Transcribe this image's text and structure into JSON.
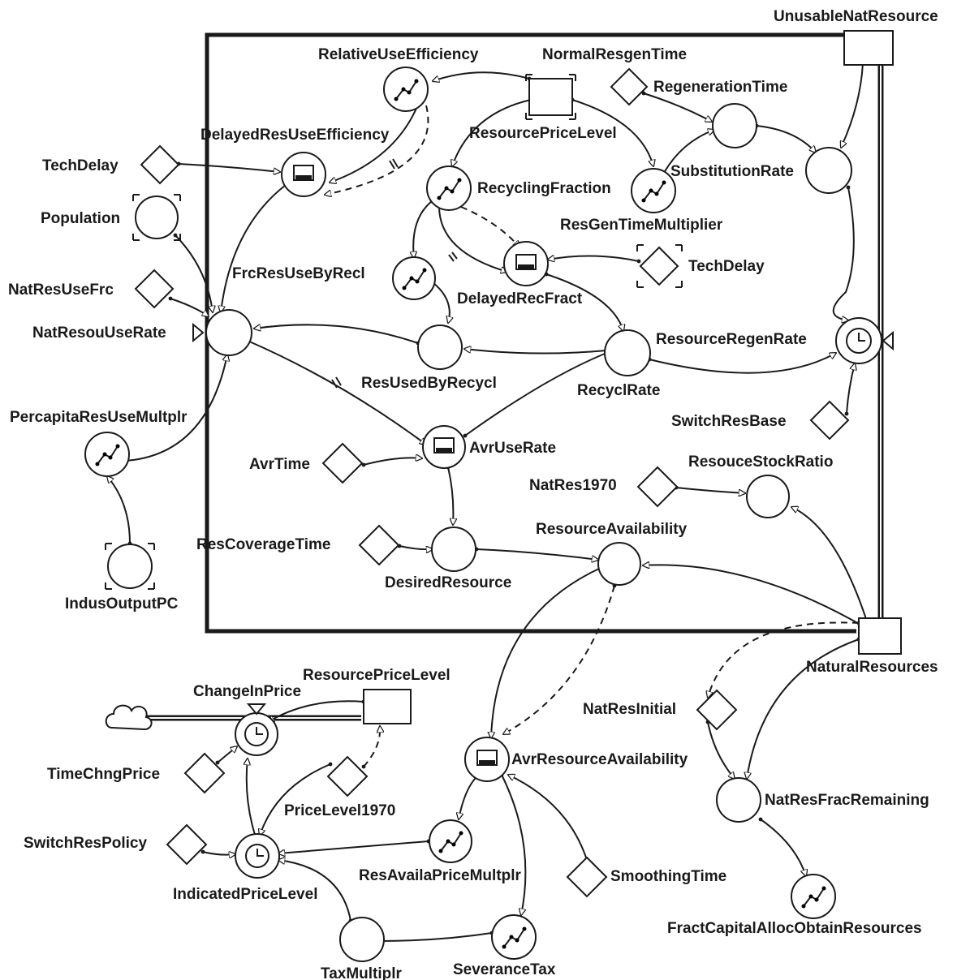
{
  "labels": {
    "unusable_nat_resource": "UnusableNatResource",
    "relative_use_efficiency": "RelativeUseEfficiency",
    "normal_resgen_time": "NormalResgenTime",
    "regeneration_time": "RegenerationTime",
    "delayed_res_use_efficiency": "DelayedResUseEfficiency",
    "resource_price_level_top": "ResourcePriceLevel",
    "tech_delay_left": "TechDelay",
    "recycling_fraction": "RecyclingFraction",
    "substitution_rate": "SubstitutionRate",
    "population": "Population",
    "res_gen_time_multiplier": "ResGenTimeMultiplier",
    "frc_res_use_by_recl": "FrcResUseByRecl",
    "tech_delay_right": "TechDelay",
    "nat_res_use_frc": "NatResUseFrc",
    "delayed_rec_fract": "DelayedRecFract",
    "nat_resou_use_rate": "NatResouUseRate",
    "resource_regen_rate": "ResourceRegenRate",
    "res_used_by_recycl": "ResUsedByRecycl",
    "recycl_rate": "RecyclRate",
    "percapita_res_use_multplr": "PercapitaResUseMultplr",
    "switch_res_base": "SwitchResBase",
    "avr_time": "AvrTime",
    "avr_use_rate": "AvrUseRate",
    "resouce_stock_ratio": "ResouceStockRatio",
    "nat_res_1970": "NatRes1970",
    "resource_availability": "ResourceAvailability",
    "res_coverage_time": "ResCoverageTime",
    "desired_resource": "DesiredResource",
    "indus_output_pc": "IndusOutputPC",
    "natural_resources": "NaturalResources",
    "resource_price_level_bottom": "ResourcePriceLevel",
    "change_in_price": "ChangeInPrice",
    "nat_res_initial": "NatResInitial",
    "avr_resource_availability": "AvrResourceAvailability",
    "time_chng_price": "TimeChngPrice",
    "nat_res_frac_remaining": "NatResFracRemaining",
    "price_level_1970": "PriceLevel1970",
    "switch_res_policy": "SwitchResPolicy",
    "smoothing_time": "SmoothingTime",
    "res_availa_price_multiplr": "ResAvailaPriceMultplr",
    "indicated_price_level": "IndicatedPriceLevel",
    "fract_capital_alloc_obtain_resources": "FractCapitalAllocObtainResources",
    "tax_multiplr": "TaxMultiplr",
    "severance_tax": "SeveranceTax"
  }
}
